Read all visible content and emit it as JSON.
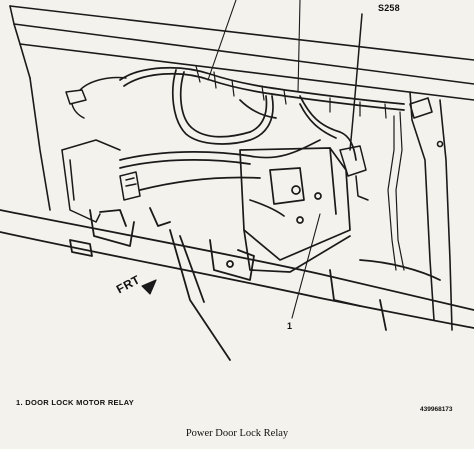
{
  "callouts": {
    "connector": "S258",
    "relay_number": "1",
    "direction": "FRT"
  },
  "legend": {
    "item_1": "1.  DOOR LOCK MOTOR RELAY"
  },
  "figure_code": "439968173",
  "caption": "Power Door Lock Relay"
}
